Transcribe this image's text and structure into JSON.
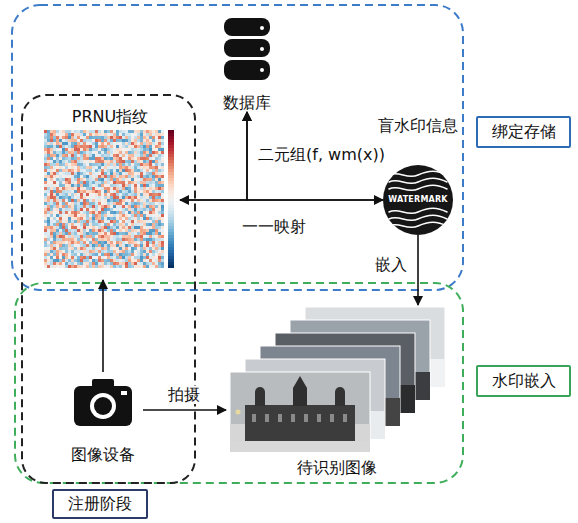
{
  "diagram": {
    "nodes": [
      {
        "text": [
          "绑定存储"
        ]
      },
      {
        "text": [
          "水印嵌入"
        ]
      },
      {
        "text": [
          "注册阶段"
        ]
      },
      {
        "text": [
          "数据库"
        ]
      },
      {
        "text": [
          "PRNU指纹"
        ]
      },
      {
        "text": [
          "盲水印信息",
          "WATERMARK"
        ]
      },
      {
        "text": [
          "图像设备"
        ]
      },
      {
        "text": [
          "待识别图像"
        ]
      }
    ],
    "edges": [
      {
        "from": 4,
        "to": 5,
        "arrow": "both",
        "label": "一一映射"
      },
      {
        "from": 5,
        "to": 3,
        "arrow": "to",
        "label": "二元组(f, wm(x))"
      },
      {
        "from": 4,
        "to": 3,
        "arrow": "to"
      },
      {
        "from": 5,
        "to": 7,
        "arrow": "to",
        "label": "嵌入"
      },
      {
        "from": 6,
        "to": 4,
        "arrow": "to"
      },
      {
        "from": 6,
        "to": 7,
        "arrow": "to",
        "label": "拍摄"
      }
    ]
  }
}
